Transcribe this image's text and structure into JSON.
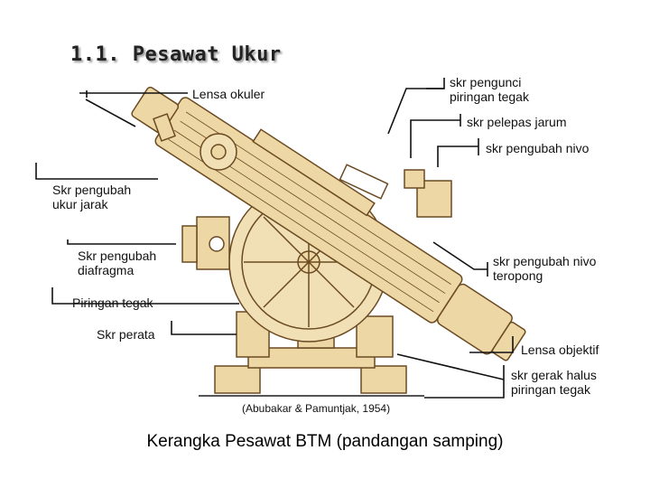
{
  "slide": {
    "title": "1.1. Pesawat Ukur",
    "caption": "(Abubakar & Pamuntjak, 1954)",
    "bottom_title": "Kerangka Pesawat BTM (pandangan samping)"
  },
  "labels": {
    "lensa_okuler": "Lensa okuler",
    "skr_pengunci": "skr pengunci\npiringan tegak",
    "skr_pelepas": "skr pelepas jarum",
    "skr_pengubah_nivo": "skr pengubah nivo",
    "skr_ukur_jarak": "Skr pengubah\nukur jarak",
    "skr_diafragma": "Skr pengubah\ndiafragma",
    "skr_nivo_teropong": "skr pengubah nivo\nteropong",
    "piringan_tegak": "Piringan tegak",
    "skr_perata": "Skr  perata",
    "lensa_objektif": "Lensa objektif",
    "skr_gerak_halus": "skr gerak halus\npiringan tegak"
  },
  "colors": {
    "instrument_fill": "#ecd7a5",
    "instrument_stroke": "#6b4a22",
    "leader_line": "#111111"
  }
}
